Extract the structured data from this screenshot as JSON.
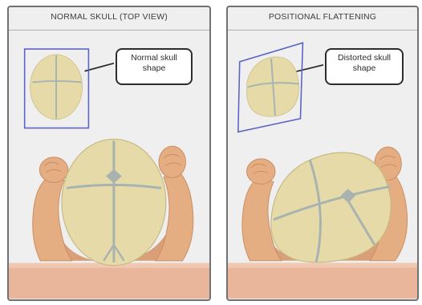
{
  "panels": [
    {
      "title": "NORMAL SKULL (TOP VIEW)",
      "callout": "Normal skull\nshape"
    },
    {
      "title": "POSITIONAL FLATTENING",
      "callout": "Distorted skull\nshape"
    }
  ],
  "colors": {
    "skull": "#e6dba8",
    "suture": "#a8b3b0",
    "skin": "#e5ae82",
    "skin_shadow": "#c98d63",
    "frame": "#5a63c4",
    "mattress": "#e9b69b",
    "panel_bg": "#efefef"
  }
}
